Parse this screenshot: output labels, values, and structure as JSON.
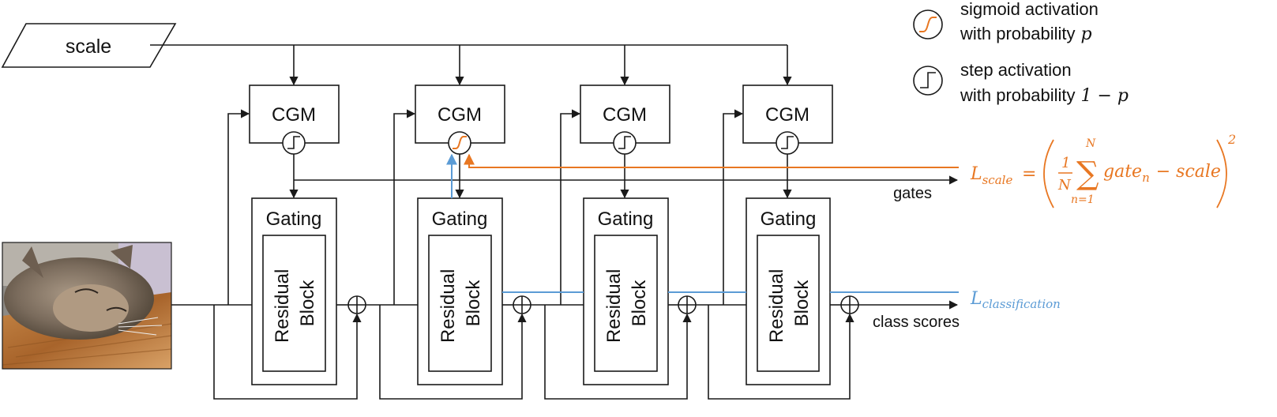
{
  "scale_label": "scale",
  "module_label": "CGM",
  "gating_label": "Gating",
  "residual_block_line1": "Residual",
  "residual_block_line2": "Block",
  "gates_label": "gates",
  "class_scores_label": "class scores",
  "legend": {
    "sigmoid_line1": "sigmoid activation",
    "sigmoid_line2": "with probability",
    "sigmoid_symbol": "p",
    "step_line1": "step activation",
    "step_line2": "with probability",
    "step_symbol": "1 − p"
  },
  "loss_scale": {
    "symbol": "L",
    "subscript": "scale",
    "eq": "=",
    "frac_num": "1",
    "frac_den": "N",
    "sum_top": "N",
    "sum_bottom": "n=1",
    "sigma": "∑",
    "term_gate": "gate",
    "term_gate_sub": "n",
    "term_minus": "− scale",
    "exponent": "2"
  },
  "loss_classification": {
    "symbol": "L",
    "subscript": "classification"
  },
  "colors": {
    "stroke": "#1a1a1a",
    "scale_loss": "#e87722",
    "classification_loss": "#5b9bd5"
  },
  "icons": {
    "input_image": "sleeping-cat-photo",
    "sigmoid": "sigmoid-activation-icon",
    "step": "step-activation-icon",
    "sum": "circle-plus-icon"
  },
  "gate_types": [
    "step",
    "sigmoid",
    "step",
    "step"
  ]
}
